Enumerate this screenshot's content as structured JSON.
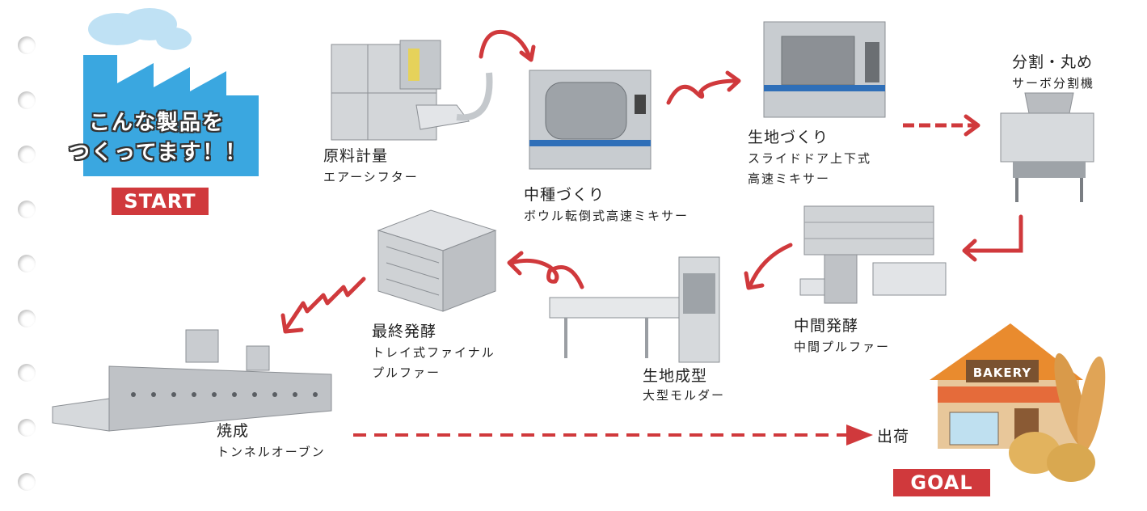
{
  "start_block": {
    "line1": "こんな製品を",
    "line2": "つくってます！！",
    "badge": "START"
  },
  "goal_block": {
    "badge": "GOAL",
    "shop_sign": "BAKERY"
  },
  "steps": [
    {
      "title": "原料計量",
      "subtitle": "エアーシフター"
    },
    {
      "title": "中種づくり",
      "subtitle": "ボウル転倒式高速ミキサー"
    },
    {
      "title": "生地づくり",
      "subtitle1": "スライドドア上下式",
      "subtitle2": "高速ミキサー"
    },
    {
      "title": "分割・丸め",
      "subtitle": "サーボ分割機"
    },
    {
      "title": "中間発酵",
      "subtitle": "中間プルファー"
    },
    {
      "title": "生地成型",
      "subtitle": "大型モルダー"
    },
    {
      "title": "最終発酵",
      "subtitle1": "トレイ式ファイナル",
      "subtitle2": "プルファー"
    },
    {
      "title": "焼成",
      "subtitle": "トンネルオーブン"
    },
    {
      "title": "出荷"
    }
  ],
  "colors": {
    "accent_red": "#d0393c",
    "factory_blue": "#3aa7e0",
    "machine_gray": "#b9bcc0",
    "machine_blue_band": "#2f6fb8"
  }
}
